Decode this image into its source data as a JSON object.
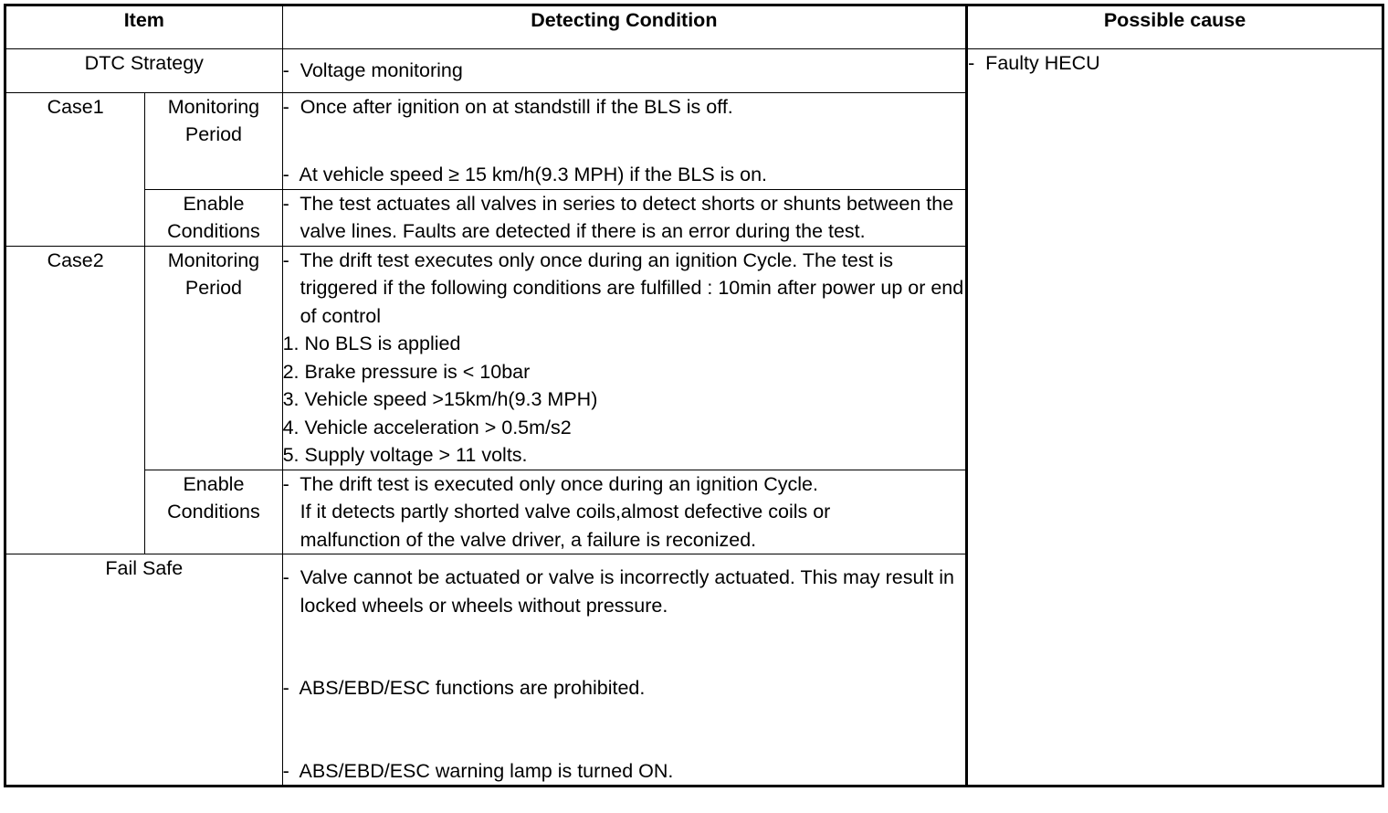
{
  "table": {
    "headers": {
      "item": "Item",
      "detecting_condition": "Detecting Condition",
      "possible_cause": "Possible cause"
    },
    "rows": {
      "dtc_strategy": {
        "label": "DTC Strategy",
        "condition": "-  Voltage monitoring"
      },
      "case1": {
        "label": "Case1",
        "monitoring_period": {
          "label": "Monitoring\nPeriod",
          "line1": "-  Once after ignition on at standstill if the BLS is off.",
          "line2": "-  At vehicle speed ≥ 15 km/h(9.3 MPH) if the BLS is on."
        },
        "enable_conditions": {
          "label": "Enable\nConditions",
          "line1": "-  The test actuates all valves in series to detect shorts or shunts between the valve lines. Faults are detected if there is an error during the test."
        }
      },
      "case2": {
        "label": "Case2",
        "monitoring_period": {
          "label": "Monitoring\nPeriod",
          "line1": "-  The drift test executes only once during an ignition Cycle. The test is triggered if the following conditions are fulfilled : 10min after power up or end of control",
          "numbered": [
            "1. No BLS is applied",
            "2. Brake pressure is < 10bar",
            "3. Vehicle speed >15km/h(9.3 MPH)",
            "4. Vehicle acceleration > 0.5m/s2",
            "5. Supply voltage > 11 volts."
          ]
        },
        "enable_conditions": {
          "label": "Enable\nConditions",
          "line1": "-  The drift test is executed only once during an ignition Cycle.\nIf it detects partly shorted valve coils,almost defective coils or\nmalfunction of the valve driver, a failure is reconized."
        }
      },
      "fail_safe": {
        "label": "Fail Safe",
        "line1": "-  Valve cannot be actuated or valve is incorrectly actuated. This may result in locked wheels or wheels without pressure.",
        "line2": "-  ABS/EBD/ESC functions are prohibited.",
        "line3": "-  ABS/EBD/ESC warning lamp is turned ON."
      },
      "possible_cause_value": "-  Faulty HECU"
    }
  },
  "colors": {
    "border": "#000000",
    "text": "#000000",
    "background": "#ffffff"
  }
}
